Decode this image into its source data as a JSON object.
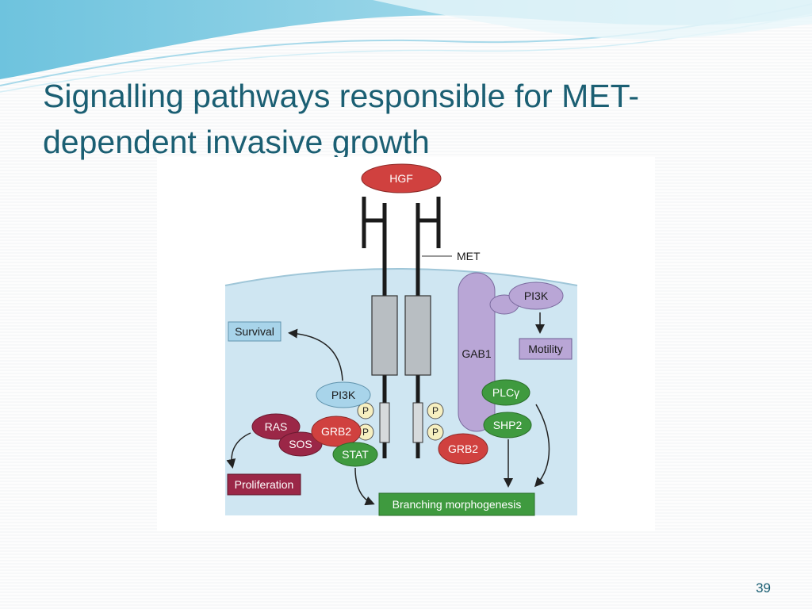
{
  "slide": {
    "title_line1": "Signalling pathways responsible for MET-",
    "title_line2": "dependent invasive growth",
    "page_number": "39"
  },
  "diagram": {
    "ligand": "HGF",
    "receptor": "MET",
    "phospho": "P",
    "nodes": {
      "pi3k_left": "PI3K",
      "pi3k_right": "PI3K",
      "gab1": "GAB1",
      "plcg": "PLCγ",
      "shp2": "SHP2",
      "grb2_left": "GRB2",
      "grb2_right": "GRB2",
      "ras": "RAS",
      "sos": "SOS",
      "stat": "STAT"
    },
    "outcomes": {
      "survival": "Survival",
      "motility": "Motility",
      "proliferation": "Proliferation",
      "branching": "Branching morphogenesis"
    },
    "colors": {
      "cell": "#cfe6f2",
      "blue_node": "#a8d4ea",
      "purple_node": "#b9a6d6",
      "red_node": "#d0413f",
      "maroon_node": "#9b2747",
      "green_node": "#3f9a3f",
      "receptor_box": "#b8bec2"
    }
  }
}
